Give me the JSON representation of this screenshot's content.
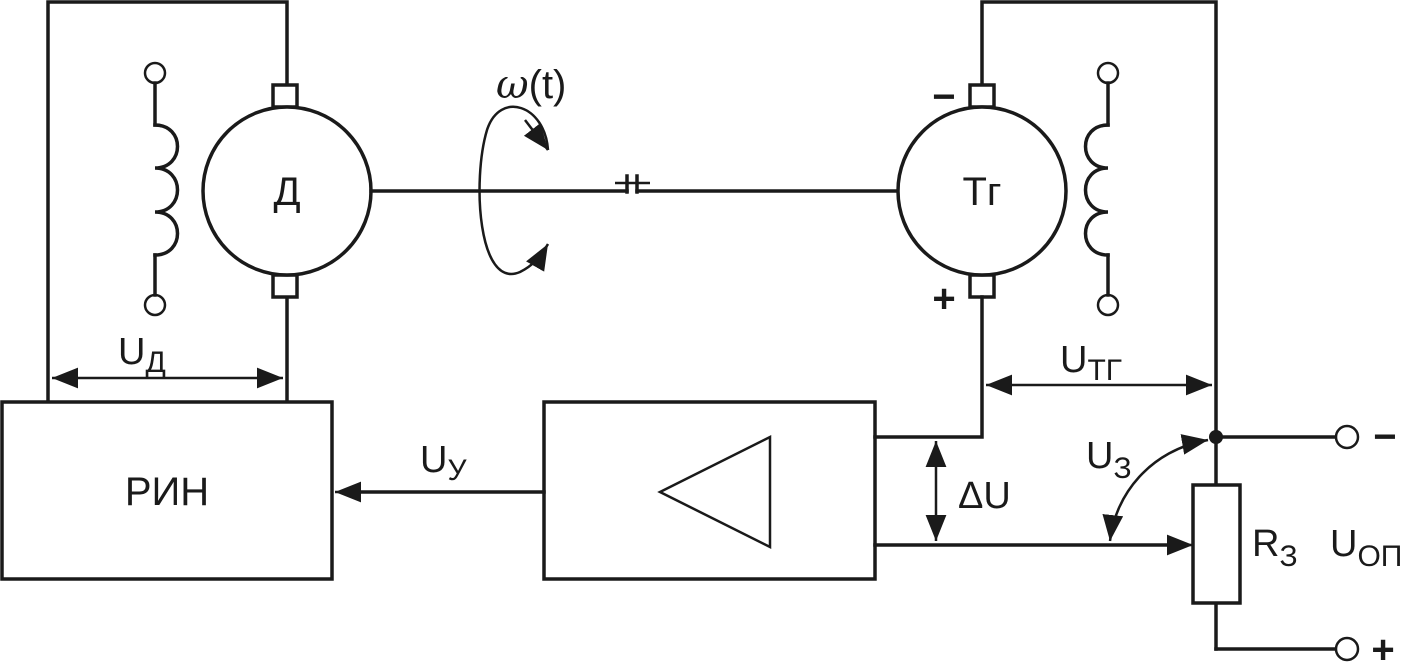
{
  "motor": {
    "label": "Д"
  },
  "tachogenerator": {
    "label": "Тг"
  },
  "rin_block": {
    "label": "РИН"
  },
  "speed": {
    "symbol": "ω",
    "arg": "(t)"
  },
  "voltages": {
    "motor": {
      "main": "U",
      "sub": "Д"
    },
    "tacho": {
      "main": "U",
      "sub": "ТГ"
    },
    "control": {
      "main": "U",
      "sub": "У"
    },
    "delta": "ΔU",
    "setpoint": {
      "main": "U",
      "sub": "З"
    },
    "reference": {
      "main": "U",
      "sub": "ОП"
    }
  },
  "resistor": {
    "main": "R",
    "sub": "З"
  },
  "polarity": {
    "tacho_top": "−",
    "tacho_bottom": "+",
    "ref_top": "−",
    "ref_bottom": "+"
  }
}
